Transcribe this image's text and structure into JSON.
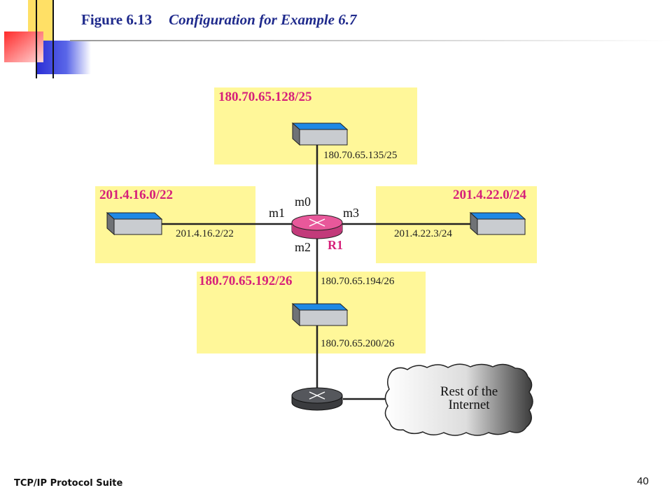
{
  "slide": {
    "figure_number": "Figure 6.13",
    "figure_title": "Configuration for Example 6.7",
    "footer_left": "TCP/IP Protocol Suite",
    "page_number": "40"
  },
  "diagram": {
    "networks": {
      "top": {
        "label": "180.70.65.128/25",
        "host_address": "180.70.65.135/25"
      },
      "left": {
        "label": "201.4.16.0/22",
        "host_address": "201.4.16.2/22"
      },
      "right": {
        "label": "201.4.22.0/24",
        "host_address": "201.4.22.3/24"
      },
      "bottom": {
        "label": "180.70.65.192/26",
        "upper_address": "180.70.65.194/26",
        "lower_address": "180.70.65.200/26"
      }
    },
    "router": {
      "name": "R1",
      "interfaces": [
        "m0",
        "m1",
        "m2",
        "m3"
      ]
    },
    "cloud": {
      "line1": "Rest of the",
      "line2": "Internet"
    },
    "colors": {
      "network_fill": "#fff799",
      "network_label": "#d6207a",
      "router_main": "#e8589a",
      "router_default": "#55575c",
      "switch_top": "#1e88e5",
      "title": "#1f2a8c"
    }
  }
}
